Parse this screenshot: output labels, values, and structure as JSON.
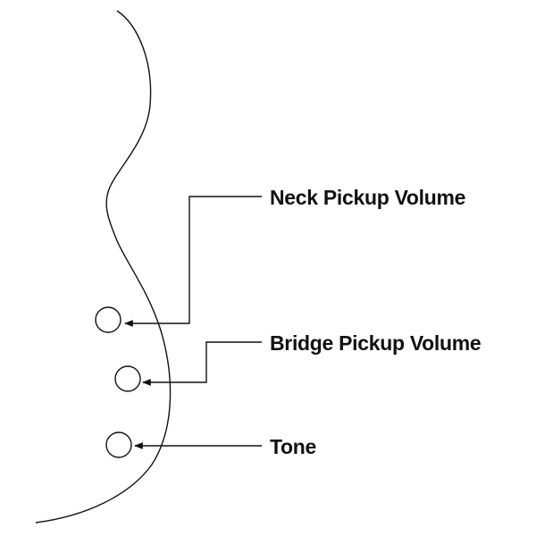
{
  "colors": {
    "background": "#ffffff",
    "ink": "#111111"
  },
  "controls": [
    {
      "id": "neck-volume",
      "label": "Neck Pickup Volume"
    },
    {
      "id": "bridge-volume",
      "label": "Bridge Pickup Volume"
    },
    {
      "id": "tone",
      "label": "Tone"
    }
  ]
}
